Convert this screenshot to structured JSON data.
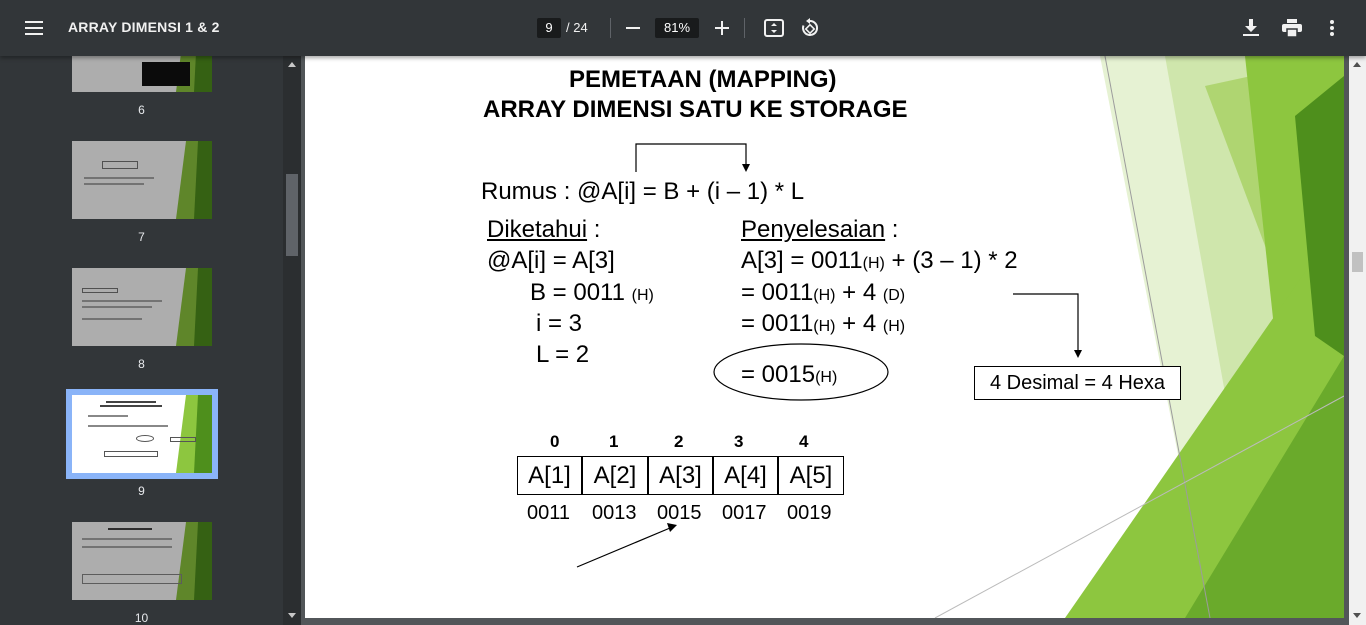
{
  "viewer": {
    "title": "ARRAY DIMENSI 1 & 2",
    "current_page": "9",
    "page_total": "/ 24",
    "zoom": "81%"
  },
  "icons": {
    "menu": "menu-icon",
    "zoom_out": "minus-icon",
    "zoom_in": "plus-icon",
    "fit": "fit-page-icon",
    "rotate": "rotate-icon",
    "download": "download-icon",
    "print": "print-icon",
    "more": "more-vert-icon"
  },
  "thumbnails": [
    {
      "page": "6"
    },
    {
      "page": "7"
    },
    {
      "page": "8"
    },
    {
      "page": "9",
      "selected": true
    },
    {
      "page": "10"
    }
  ],
  "slide": {
    "title_line1": "PEMETAAN (MAPPING)",
    "title_line2": "ARRAY DIMENSI SATU KE STORAGE",
    "formula": "Rumus : @A[i] = B  + (i – 1) * L",
    "known_header": "Diketahui",
    "known_colon": " :",
    "known": {
      "line1": "@A[i]  =  A[3]",
      "line2_main": "B  =  0011",
      "line2_sub": "(H)",
      "line3": "i  =  3",
      "line4": "L  =  2"
    },
    "solution_header": "Penyelesaian",
    "solution_colon": " :",
    "solution": {
      "s1a": "A[3]     = 0011",
      "s1b": "(H)",
      "s1c": " + (3 – 1) * 2",
      "s2a": "= 0011",
      "s2b": "(H)",
      "s2c": " + 4 ",
      "s2d": "(D)",
      "s3a": "= 0011",
      "s3b": "(H)",
      "s3c": " + 4 ",
      "s3d": "(H)",
      "result_main": "= 0015",
      "result_sub": "(H)"
    },
    "note": "4 Desimal = 4 Hexa",
    "indices": [
      "0",
      "1",
      "2",
      "3",
      "4"
    ],
    "cells": [
      "A[1]",
      "A[2]",
      "A[3]",
      "A[4]",
      "A[5]"
    ],
    "addresses": [
      "0011",
      "0013",
      "0015",
      "0017",
      "0019"
    ]
  },
  "colors": {
    "toolbar": "#323639",
    "background": "#525659",
    "selected_thumb": "#8ab4f8",
    "green_light": "#8dc63f",
    "green_dark": "#4e8f1c"
  }
}
